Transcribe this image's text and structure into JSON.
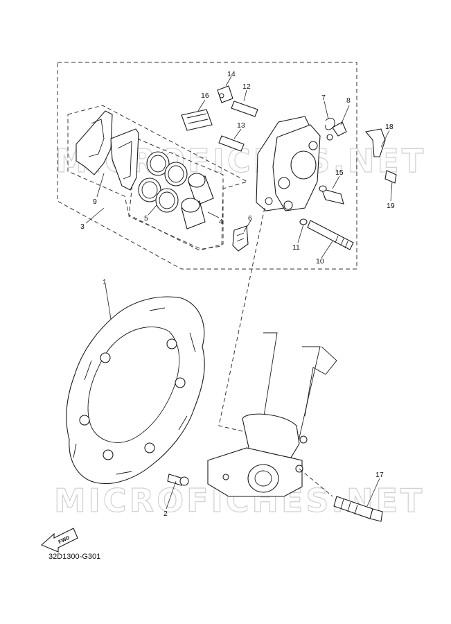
{
  "diagram_code": "32D1300-G301",
  "watermark_text": "MICROFICHES.NET",
  "fwd_label": "FWD",
  "callouts": [
    {
      "id": "1",
      "text": "1"
    },
    {
      "id": "2",
      "text": "2"
    },
    {
      "id": "3",
      "text": "3"
    },
    {
      "id": "4",
      "text": "4"
    },
    {
      "id": "5",
      "text": "5"
    },
    {
      "id": "6",
      "text": "6"
    },
    {
      "id": "7",
      "text": "7"
    },
    {
      "id": "8",
      "text": "8"
    },
    {
      "id": "9",
      "text": "9"
    },
    {
      "id": "10",
      "text": "10"
    },
    {
      "id": "11",
      "text": "11"
    },
    {
      "id": "12",
      "text": "12"
    },
    {
      "id": "13",
      "text": "13"
    },
    {
      "id": "14",
      "text": "14"
    },
    {
      "id": "15",
      "text": "15"
    },
    {
      "id": "16",
      "text": "16"
    },
    {
      "id": "17",
      "text": "17"
    },
    {
      "id": "18",
      "text": "18"
    },
    {
      "id": "19",
      "text": "19"
    }
  ]
}
